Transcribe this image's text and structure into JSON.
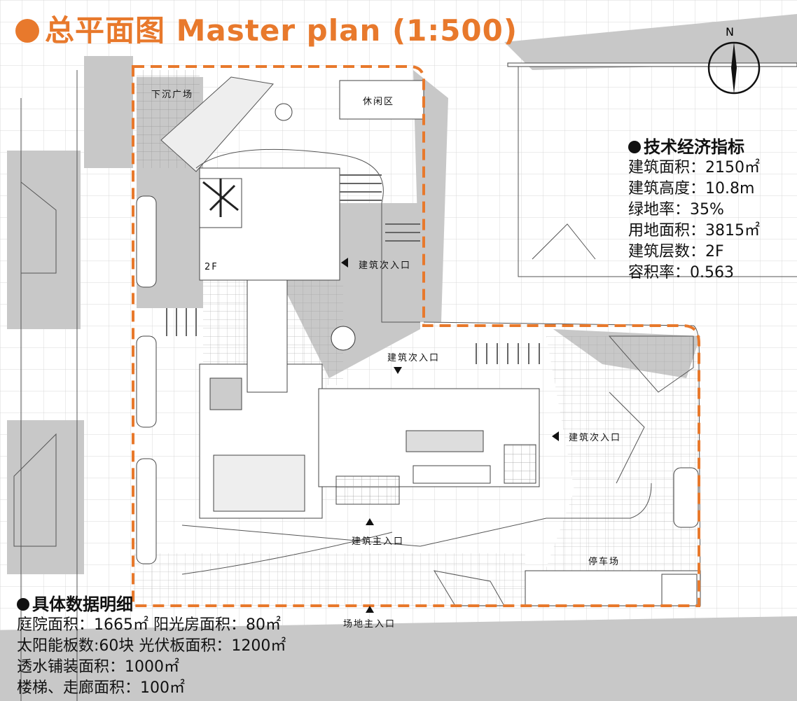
{
  "title": "总平面图 Master plan (1:500)",
  "north_label": "N",
  "labels": {
    "sunken_plaza": "下沉广场",
    "leisure_area": "休闲区",
    "floor_2f": "2F",
    "secondary_entrance_1": "建筑次入口",
    "secondary_entrance_2": "建筑次入口",
    "secondary_entrance_3": "建筑次入口",
    "main_entrance": "建筑主入口",
    "parking": "停车场",
    "site_main_entrance": "场地主入口"
  },
  "tech_indicators": {
    "heading": "技术经济指标",
    "rows": [
      "建筑面积：2150㎡",
      "建筑高度：10.8m",
      "绿地率：35%",
      "用地面积：3815㎡",
      "建筑层数：2F",
      "容积率：0.563"
    ]
  },
  "details": {
    "heading": "具体数据明细",
    "rows": [
      "庭院面积：1665㎡  阳光房面积：80㎡",
      "太阳能板数:60块  光伏板面积：1200㎡",
      "透水铺装面积：1000㎡",
      "楼梯、走廊面积：100㎡"
    ]
  },
  "colors": {
    "accent": "#e8792c",
    "shadow": "#c8c8c8",
    "grid": "#d8d8d8"
  }
}
